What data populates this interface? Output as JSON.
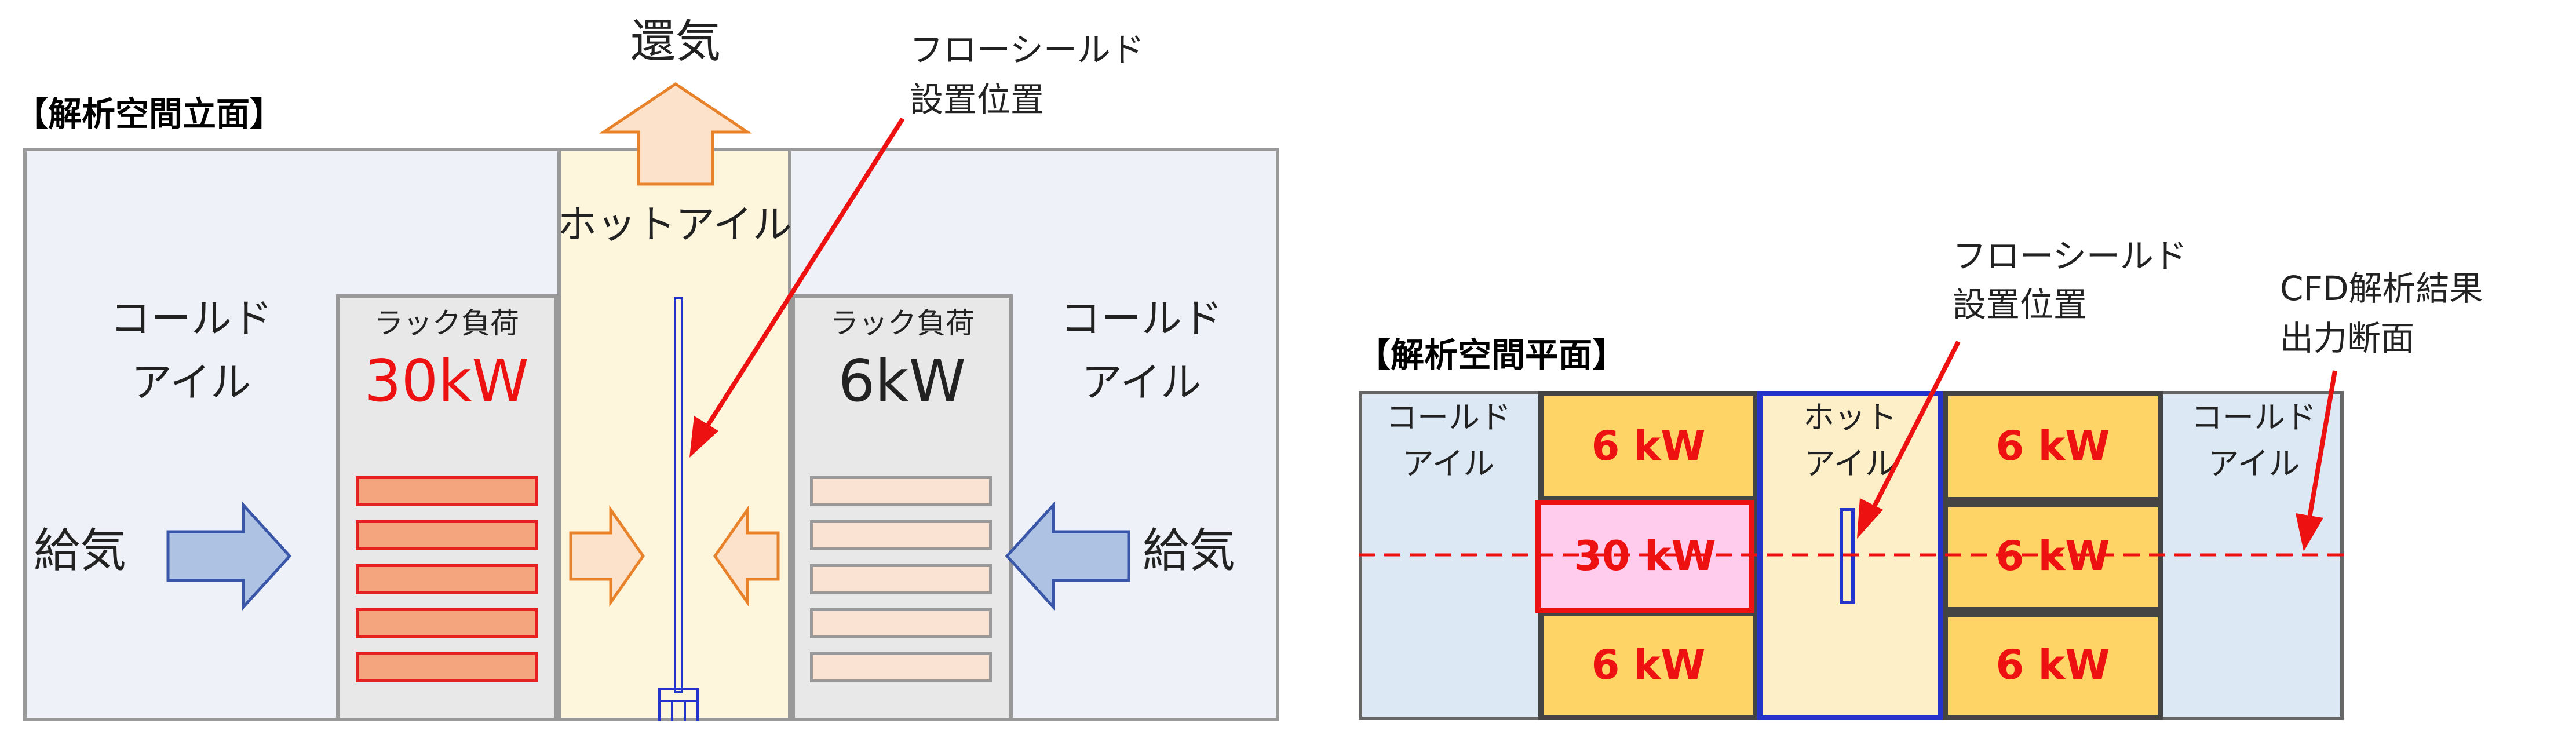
{
  "elevation": {
    "heading": "【解析空間立面】",
    "return_air": "還気",
    "hot_aisle": "ホットアイル",
    "cold_aisle_left": [
      "コールド",
      "アイル"
    ],
    "cold_aisle_right": [
      "コールド",
      "アイル"
    ],
    "rack_left": {
      "title": "ラック負荷",
      "load": "30kW",
      "load_color": "#ee1111"
    },
    "rack_right": {
      "title": "ラック負荷",
      "load": "6kW",
      "load_color": "#222222"
    },
    "supply_left": "給気",
    "supply_right": "給気",
    "flow_shield_note": [
      "フローシールド",
      "設置位置"
    ]
  },
  "plan": {
    "heading": "【解析空間平面】",
    "cold_aisle_left": [
      "コールド",
      "アイル"
    ],
    "cold_aisle_right": [
      "コールド",
      "アイル"
    ],
    "hot_aisle": [
      "ホット",
      "アイル"
    ],
    "racks_left": [
      "6 kW",
      "30 kW",
      "6 kW"
    ],
    "racks_right": [
      "6 kW",
      "6 kW",
      "6 kW"
    ],
    "flow_shield_note": [
      "フローシールド",
      "設置位置"
    ],
    "cfd_note": [
      "CFD解析結果",
      "出力断面"
    ]
  },
  "colors": {
    "cold_aisle_fill": "#eef2f8",
    "plan_cold_fill": "#dce8f4",
    "hot_aisle_fill": "#fdf5dc",
    "rack_fill": "#e8e8e8",
    "rack_hot_server": "#f4a57d",
    "rack_hot_server_border": "#e62020",
    "rack_cool_server": "#fbe3d4",
    "supply_arrow": "#aec3e3",
    "exhaust_arrow": "#fde2cb",
    "exhaust_arrow_border": "#e8822a",
    "plan_rack": "#fdd465",
    "plan_rack_hot": "#ffccee",
    "hot_aisle_border": "#2433cc",
    "red_line": "#ee1111"
  }
}
